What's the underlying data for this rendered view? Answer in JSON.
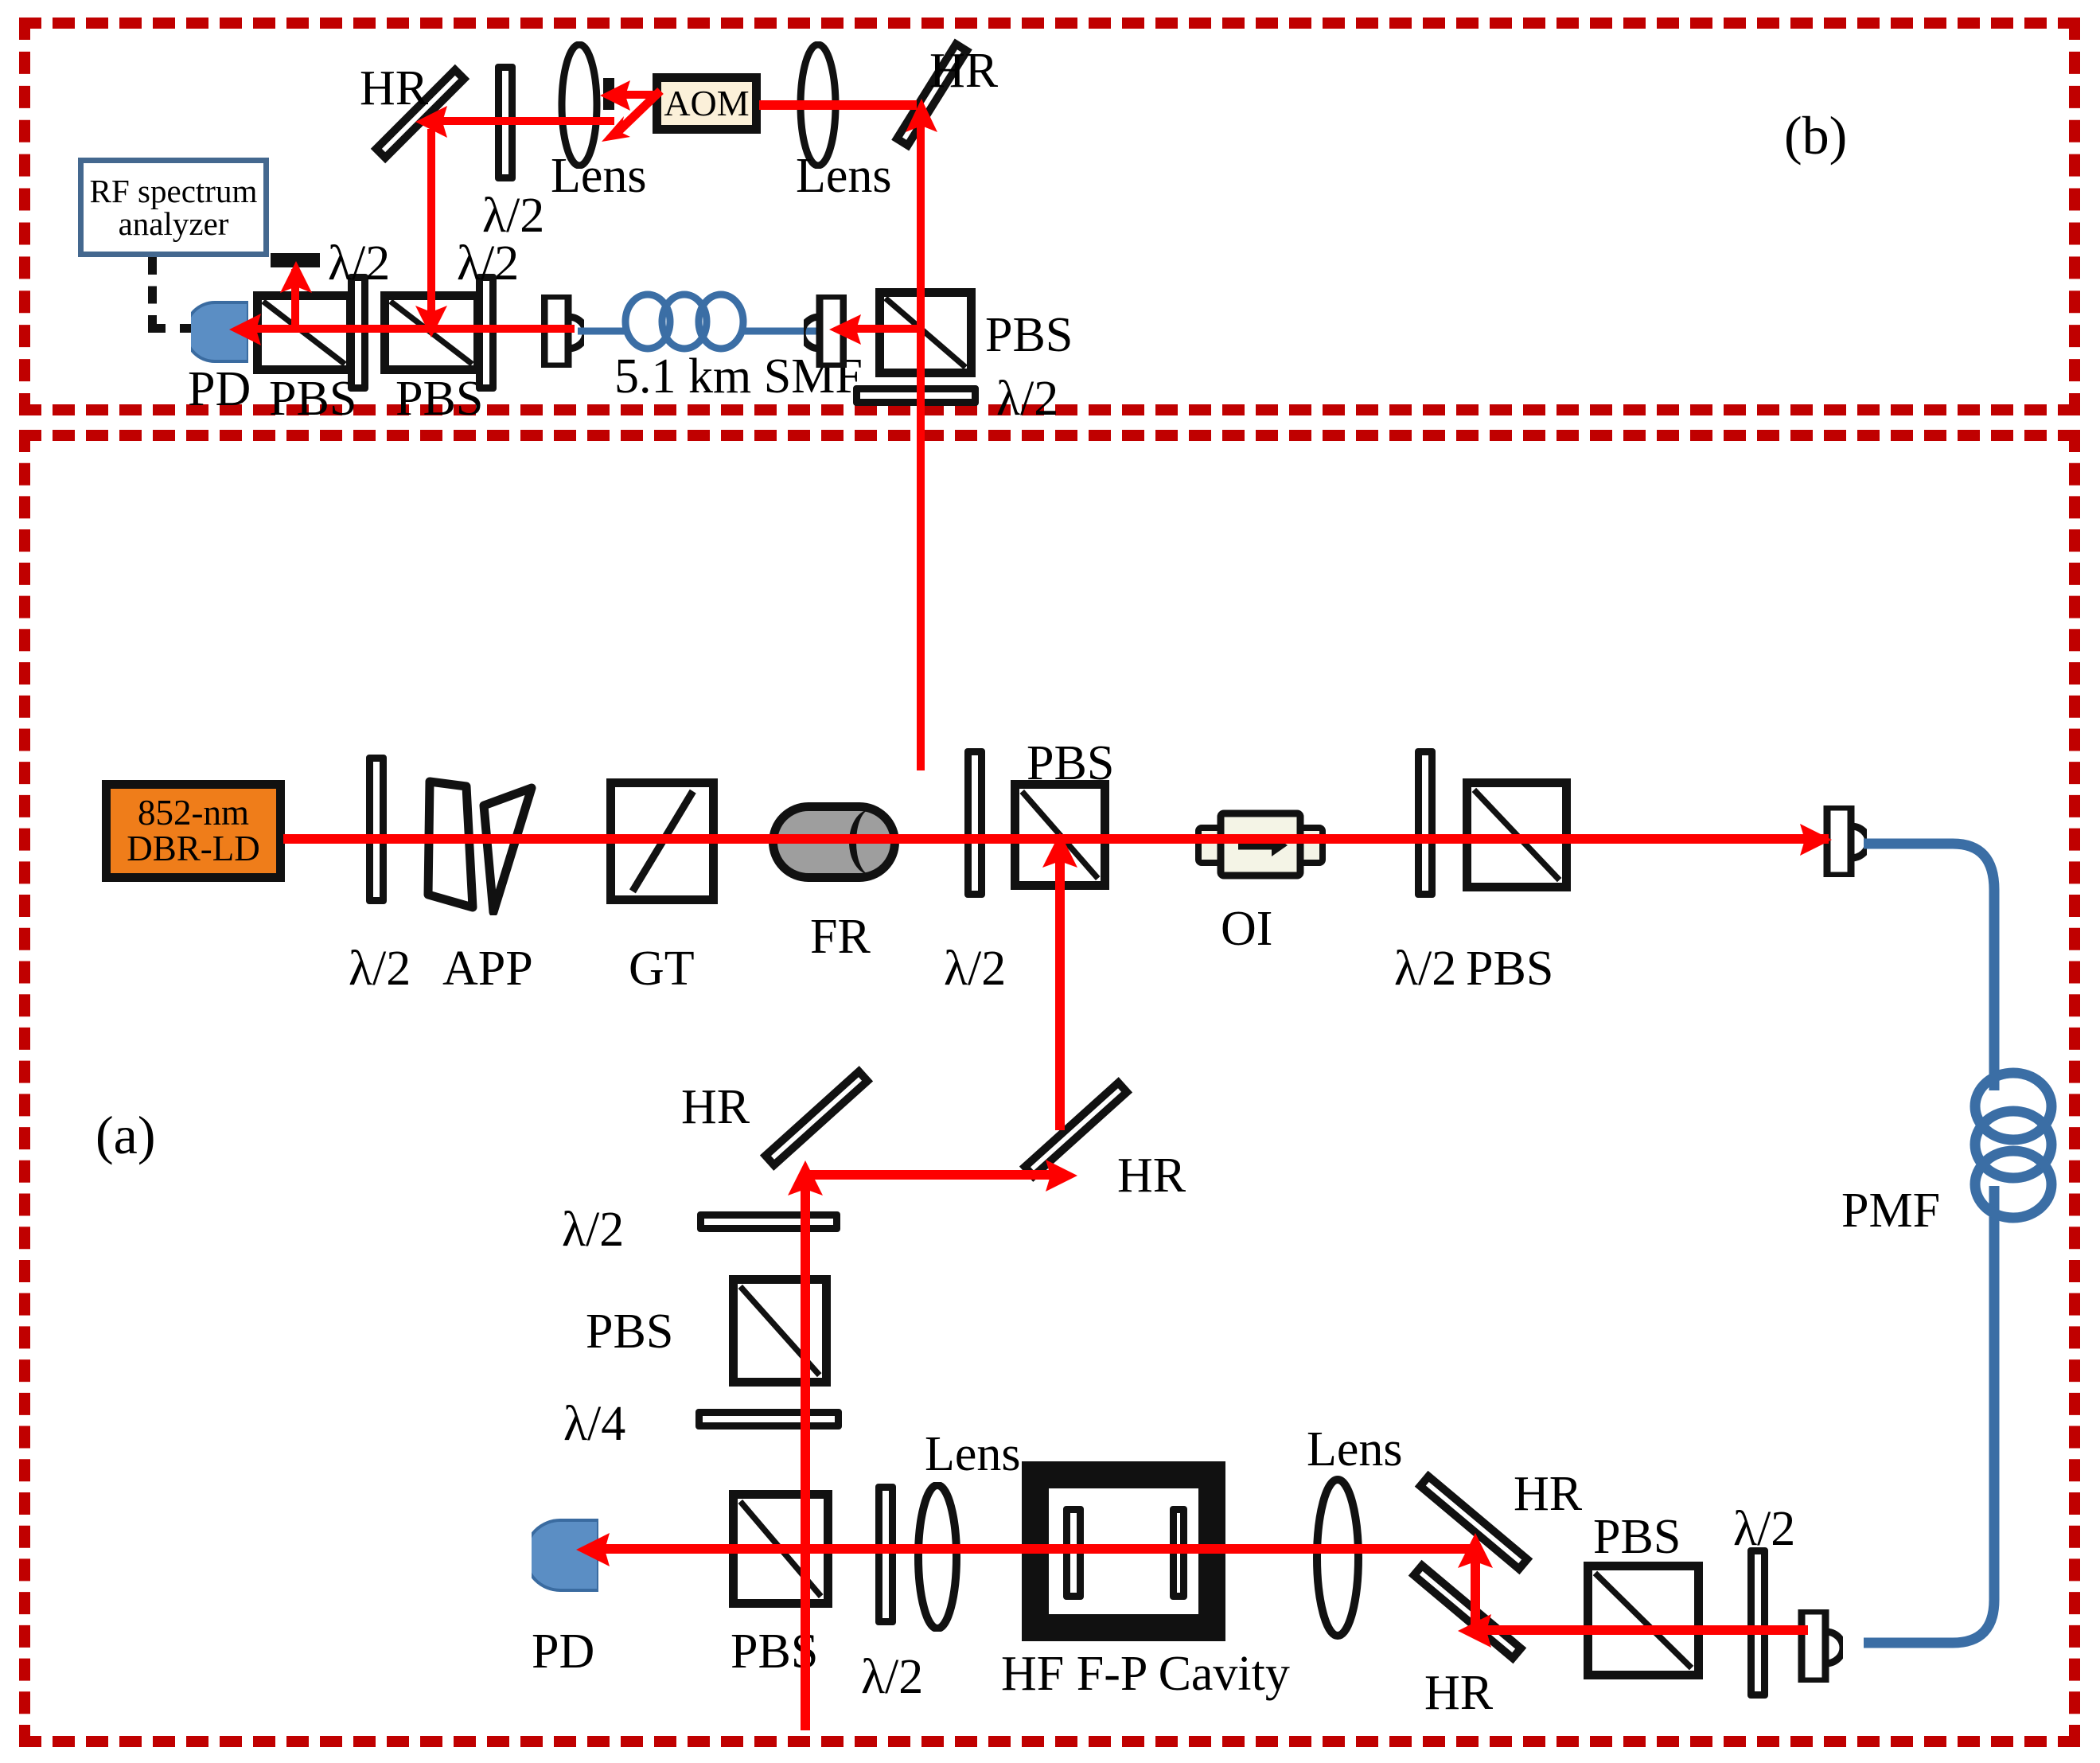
{
  "figure": {
    "type": "optical-setup-schematic",
    "panels": [
      {
        "id": "panel-b",
        "label": "(b)",
        "description": "Delayed self-heterodyne linewidth measurement"
      },
      {
        "id": "panel-a",
        "label": "(a)",
        "description": "852-nm DBR laser frequency stabilization to HF F-P cavity"
      }
    ],
    "accent_colors": {
      "frame_dashed": "#c00000",
      "beam": "#fe0000",
      "fiber": "#3b6ea5",
      "laser_source_fill": "#ef7d1a",
      "aom_fill": "#fbf0d9",
      "photodiode_fill": "#5b8ec4",
      "faraday_rotator_fill": "#9e9e9e",
      "rf_box_border": "#44688f"
    }
  },
  "panel_b": {
    "id_label": "(b)",
    "rf_analyzer": {
      "line1": "RF spectrum",
      "line2": "analyzer"
    },
    "photodiode": "PD",
    "pbs_left": "PBS",
    "pbs_right": "PBS",
    "hwp_1": "λ/2",
    "hwp_2": "λ/2",
    "hwp_3": "λ/2",
    "hwp_top": "λ/2",
    "hwp_bottom": "λ/2",
    "fiber_label": "5.1 km SMF",
    "pbs_far_right": "PBS",
    "hr_left": "HR",
    "hr_right": "HR",
    "lens_left": "Lens",
    "lens_right": "Lens",
    "aom": "AOM"
  },
  "panel_a": {
    "id_label": "(a)",
    "laser": {
      "line1": "852-nm",
      "line2": "DBR-LD"
    },
    "hwp_after_laser": "λ/2",
    "anamorphic_prism_pair": "APP",
    "glan_taylor": "GT",
    "faraday_rotator": "FR",
    "hwp_before_pbs1": "λ/2",
    "pbs_1": "PBS",
    "optical_isolator": "OI",
    "hwp_before_pbs2": "λ/2",
    "pbs_2": "PBS",
    "pmf_label": "PMF",
    "hr_upper_left": "HR",
    "hr_upper_right": "HR",
    "hwp_mid": "λ/2",
    "pbs_mid": "PBS",
    "qwp": "λ/4",
    "pbs_lower": "PBS",
    "photodiode": "PD",
    "hwp_lower": "λ/2",
    "lens_left": "Lens",
    "lens_right": "Lens",
    "cavity": "HF F-P Cavity",
    "hr_lower_upper": "HR",
    "hr_lower_lower": "HR",
    "pbs_right": "PBS",
    "hwp_right": "λ/2"
  }
}
